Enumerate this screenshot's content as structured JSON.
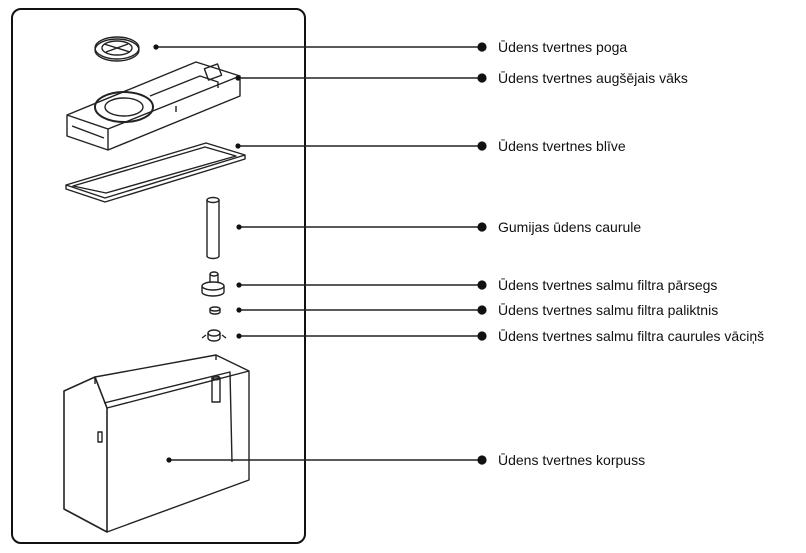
{
  "callouts": [
    {
      "id": "poga",
      "label": "Ūdens tvertnes poga"
    },
    {
      "id": "vaks",
      "label": "Ūdens tvertnes augšējais vāks"
    },
    {
      "id": "blive",
      "label": "Ūdens tvertnes blīve"
    },
    {
      "id": "caurule",
      "label": "Gumijas ūdens caurule"
    },
    {
      "id": "parsegs",
      "label": "Ūdens tvertnes salmu filtra pārsegs"
    },
    {
      "id": "paliktnis",
      "label": "Ūdens tvertnes salmu filtra paliktnis"
    },
    {
      "id": "vacins",
      "label": "Ūdens tvertnes salmu filtra caurules vāciņš"
    },
    {
      "id": "korpuss",
      "label": "Ūdens tvertnes korpuss"
    }
  ]
}
